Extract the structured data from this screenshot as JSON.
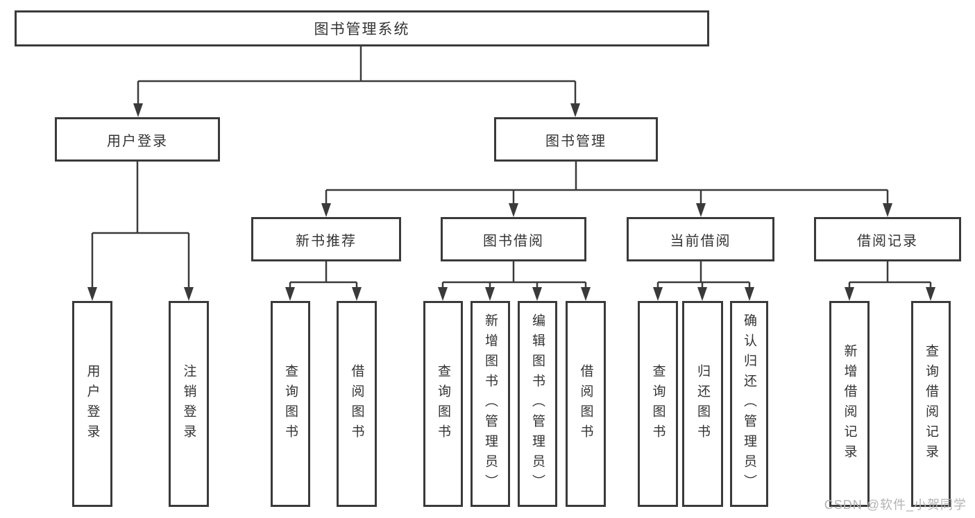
{
  "colors": {
    "line": "#3a3a3a",
    "text": "#333333",
    "box_background": "#ffffff",
    "watermark": "#b3b3b3"
  },
  "nodes": {
    "root": "图书管理系统",
    "user_login": "用户登录",
    "book_mgmt": "图书管理",
    "new_book": "新书推荐",
    "book_borrow": "图书借阅",
    "current_borrow": "当前借阅",
    "borrow_record": "借阅记录"
  },
  "leaves": {
    "login": "用户登录",
    "logout": "注销登录",
    "nb_query": "查询图书",
    "nb_borrow": "借阅图书",
    "bb_query": "查询图书",
    "bb_add": "新增图书（管理员）",
    "bb_edit": "编辑图书（管理员）",
    "bb_borrow": "借阅图书",
    "cb_query": "查询图书",
    "cb_return": "归还图书",
    "cb_confirm": "确认归还（管理员）",
    "br_add": "新增借阅记录",
    "br_query": "查询借阅记录"
  },
  "watermark": "CSDN @软件_小贺同学"
}
